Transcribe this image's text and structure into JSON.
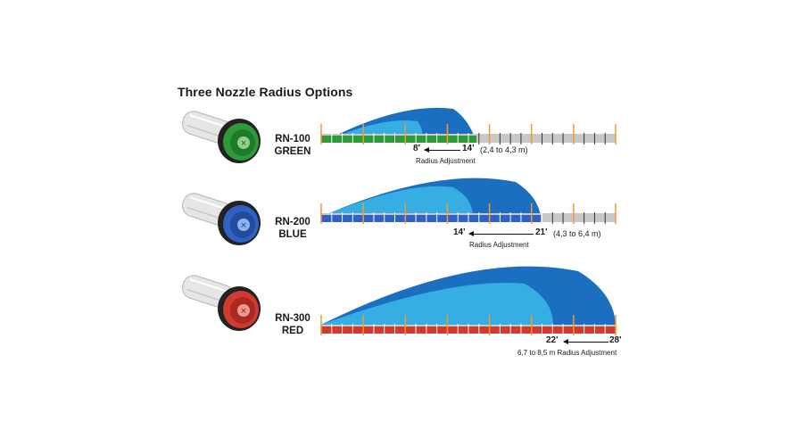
{
  "title": "Three Nozzle Radius Options",
  "nozzles": [
    {
      "model": "RN-100",
      "color_name": "GREEN",
      "ring_color": "#2e9a3a",
      "min_radius": "8'",
      "max_radius": "14'",
      "metric": "(2,4 to 4,3 m)",
      "adjust_label": "Radius Adjustment",
      "min_ft": 8,
      "max_ft": 14
    },
    {
      "model": "RN-200",
      "color_name": "BLUE",
      "ring_color": "#2f62c4",
      "min_radius": "14'",
      "max_radius": "21'",
      "metric": "(4,3 to 6,4 m)",
      "adjust_label": "Radius Adjustment",
      "min_ft": 14,
      "max_ft": 21
    },
    {
      "model": "RN-300",
      "color_name": "RED",
      "ring_color": "#d23a2e",
      "min_radius": "22'",
      "max_radius": "28'",
      "metric_adjust": "6,7 to 8,5 m Radius Adjustment",
      "min_ft": 22,
      "max_ft": 28
    }
  ],
  "colors": {
    "spray_dark": "#1b6fc0",
    "spray_light": "#36aee3",
    "orange_tick": "#f29a2e",
    "scale_gray": "#c8c8c8"
  }
}
